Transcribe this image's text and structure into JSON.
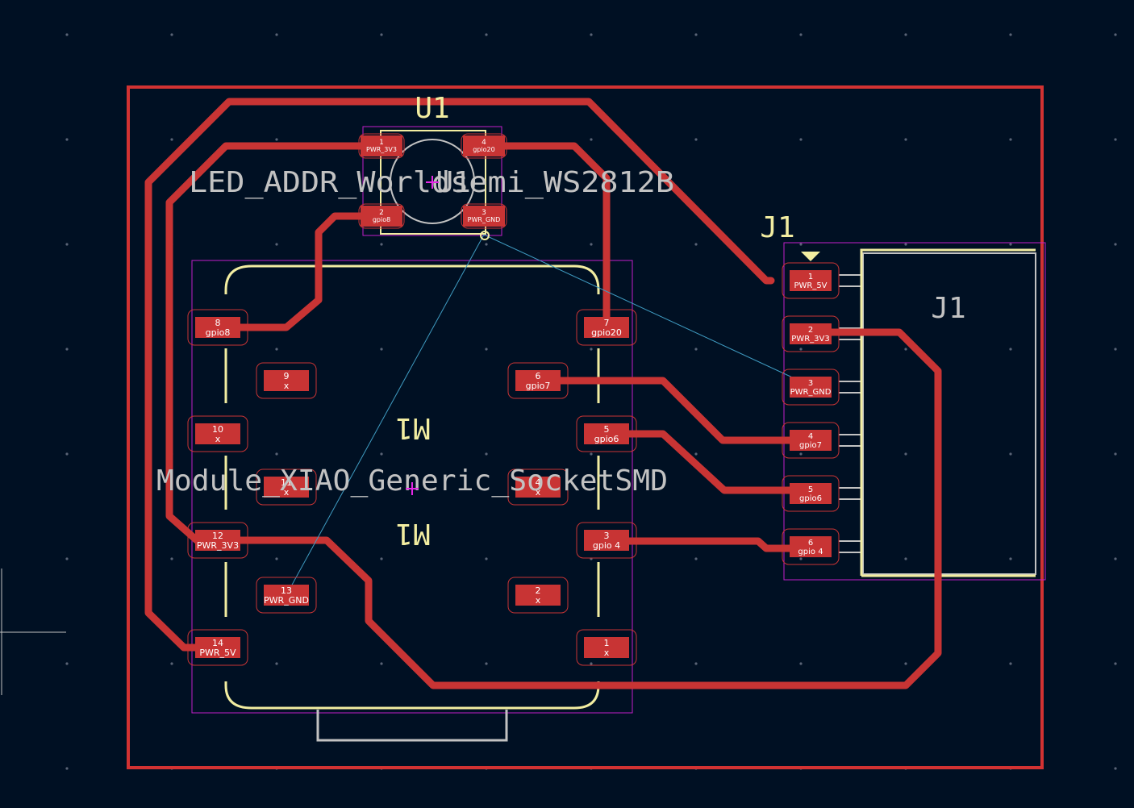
{
  "board": {
    "colors": {
      "background": "#001023",
      "copper": "#c83434",
      "edge_cuts": "#d23232",
      "silkscreen": "#f2eda1",
      "courtyard": "#c21ec9",
      "fab": "#c2c2c2",
      "ratsnest": "#3f9cc2",
      "reference_text": "#c2c2c2",
      "anchor": "#e628e6"
    }
  },
  "components": {
    "u1": {
      "reference": "U1",
      "value": "LED_ADDR_Worldsemi_WS2812B",
      "overlay_text": "U1",
      "pads": [
        {
          "num": "1",
          "net": "PWR_3V3"
        },
        {
          "num": "2",
          "net": "gpio8"
        },
        {
          "num": "3",
          "net": "PWR_GND"
        },
        {
          "num": "4",
          "net": "gpio20"
        }
      ]
    },
    "m1": {
      "reference": "M1",
      "value": "Module_XIAO_Generic_SocketSMD",
      "silk_ref_top": "M1",
      "silk_ref_bottom": "M1",
      "pads": [
        {
          "num": "8",
          "net": "gpio8"
        },
        {
          "num": "7",
          "net": "gpio20"
        },
        {
          "num": "9",
          "net": "x"
        },
        {
          "num": "6",
          "net": "gpio7"
        },
        {
          "num": "10",
          "net": "x"
        },
        {
          "num": "5",
          "net": "gpio6"
        },
        {
          "num": "11",
          "net": "x"
        },
        {
          "num": "4",
          "net": "x"
        },
        {
          "num": "12",
          "net": "PWR_3V3"
        },
        {
          "num": "3",
          "net": "gpio 4"
        },
        {
          "num": "13",
          "net": "PWR_GND"
        },
        {
          "num": "2",
          "net": "x"
        },
        {
          "num": "14",
          "net": "PWR_5V"
        },
        {
          "num": "1",
          "net": "x"
        }
      ]
    },
    "j1": {
      "reference": "J1",
      "value": "J1",
      "pads": [
        {
          "num": "1",
          "net": "PWR_5V"
        },
        {
          "num": "2",
          "net": "PWR_3V3"
        },
        {
          "num": "3",
          "net": "PWR_GND"
        },
        {
          "num": "4",
          "net": "gpio7"
        },
        {
          "num": "5",
          "net": "gpio6"
        },
        {
          "num": "6",
          "net": "gpio 4"
        }
      ]
    }
  },
  "tracks": [
    {
      "net": "PWR_5V"
    },
    {
      "net": "PWR_3V3"
    },
    {
      "net": "gpio20"
    },
    {
      "net": "gpio8"
    },
    {
      "net": "gpio7"
    },
    {
      "net": "gpio6"
    },
    {
      "net": "gpio 4"
    },
    {
      "net": "PWR_3V3"
    }
  ],
  "ratsnest": [
    {
      "net": "PWR_GND",
      "from": "U1.3",
      "to": "J1.3"
    },
    {
      "net": "PWR_GND",
      "from": "U1.3",
      "to": "M1.13"
    }
  ]
}
